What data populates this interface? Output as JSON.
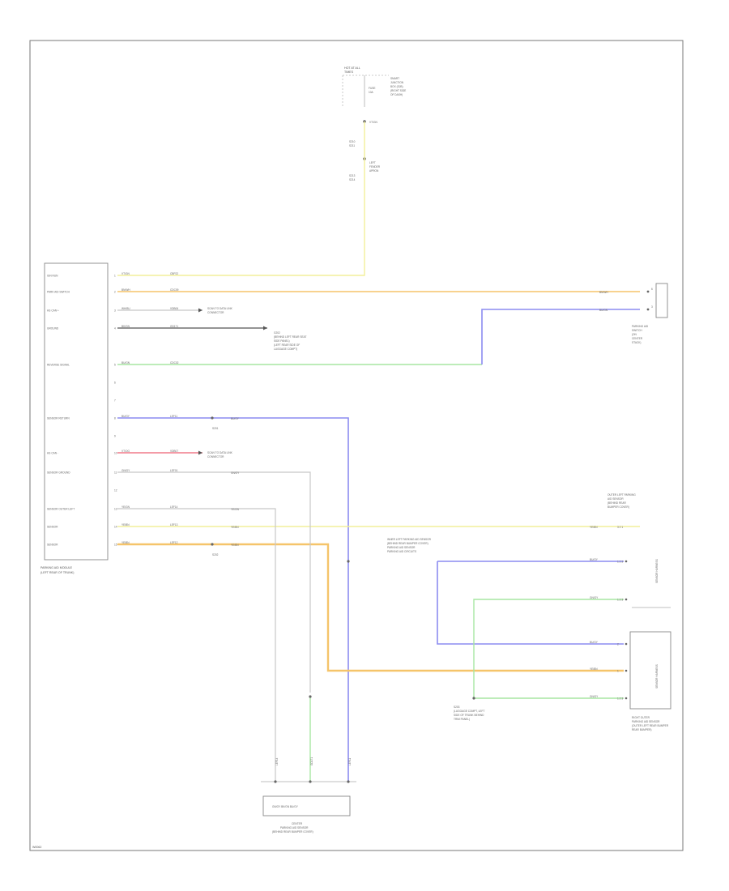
{
  "diagram_id": "W0062",
  "colors": {
    "yellow": "#f2ef9a",
    "violet": "#8c8cf0",
    "green": "#a7e6a2",
    "orange": "#f5c46a",
    "red": "#f07a8a",
    "gray": "#c8c8c8",
    "dark": "#555555"
  },
  "top_connector": {
    "title": [
      "HOT AT ALL",
      "TIMES"
    ],
    "fuse_label": [
      "FUSE",
      "10A"
    ],
    "desc": [
      "SMART",
      "JUNCTION",
      "BOX (SJB)",
      "(RIGHT SIDE",
      "OF DASH)"
    ],
    "wire_color": "VT/GN",
    "splice_top": [
      "S210",
      "S211"
    ],
    "splice_desc": [
      "LEFT",
      "FENDER",
      "APRON"
    ],
    "splice_bottom": [
      "S213",
      "S214"
    ]
  },
  "module": {
    "name": [
      "PARKING AID MODULE",
      "(LEFT REAR OF TRUNK)"
    ],
    "pins": [
      {
        "label": "IGN RUN",
        "num": "1",
        "wire": "VT/GN",
        "circuit": "CBP22"
      },
      {
        "label": "PARK AID SWITCH",
        "num": "2",
        "wire": "BN/WH",
        "circuit": "CDC09"
      },
      {
        "label": "HS CAN +",
        "num": "3",
        "wire": "WH/BU",
        "circuit": "VDB06"
      },
      {
        "label": "GROUND",
        "num": "4",
        "wire": "BK/GN",
        "circuit": "GD171"
      },
      {
        "label": "REVERSE SIGNAL",
        "num": "5",
        "wire": "BU/GN",
        "circuit": "CDC02"
      },
      {
        "label": "",
        "num": "6",
        "wire": "",
        "circuit": ""
      },
      {
        "label": "",
        "num": "7",
        "wire": "",
        "circuit": ""
      },
      {
        "label": "SENSOR RETURN",
        "num": "8",
        "wire": "BU/GY",
        "circuit": "LEF11"
      },
      {
        "label": "",
        "num": "9",
        "wire": "",
        "circuit": ""
      },
      {
        "label": "HS CAN -",
        "num": "10",
        "wire": "VT/OG",
        "circuit": "VDB07"
      },
      {
        "label": "SENSOR GROUND",
        "num": "11",
        "wire": "GN/GY",
        "circuit": "LEF01"
      },
      {
        "label": "",
        "num": "12",
        "wire": "",
        "circuit": ""
      },
      {
        "label": "SENSOR OUTER LEFT",
        "num": "13",
        "wire": "YE/GN",
        "circuit": "LEF14"
      },
      {
        "label": "SENSOR",
        "num": "14",
        "wire": "YE/BN",
        "circuit": "LEF13"
      },
      {
        "label": "SENSOR",
        "num": "15",
        "wire": "YE/BN",
        "circuit": "LEF12"
      }
    ]
  },
  "network_label_1": [
    "SCAN TO DATA LINK",
    "CONNECTOR"
  ],
  "network_label_2": [
    "SCAN TO DATA LINK",
    "CONNECTOR"
  ],
  "ground_label": [
    "G202",
    "(BEHIND LEFT REAR SEAT",
    "SIDE PANEL)",
    "(LEFT REAR SIDE OF",
    "LUGGAGE COMPT)"
  ],
  "switch": {
    "label": [
      "PARKING AID",
      "SWITCH",
      "(ON",
      "CENTER",
      "STACK)"
    ],
    "wire_top": "BN/WH",
    "wire_bottom": "BU/GN",
    "pins": [
      "6",
      "3"
    ]
  },
  "wire_tags": {
    "blue_splice": "BU/GY",
    "blue_splice_id": "S201",
    "sensor_ground": "GN/GY",
    "sensor_outer": "YE/GN",
    "yellow_right": "YE/BN",
    "orange_splice_id": "S202"
  },
  "outer_left_sensor": {
    "label": [
      "OUTER LEFT PARKING",
      "AID SENSOR",
      "(BEHIND REAR",
      "BUMPER COVER)"
    ],
    "wire": "YE/BN",
    "pins": "3  2  1"
  },
  "inner_sensor_label": [
    "INNER LEFT PARKING AID SENSOR",
    "(BEHIND REAR BUMPER COVER)",
    "PARKING AID SENSOR",
    "PARKING AID CIRCUITS"
  ],
  "right_sensor": {
    "side_text_top": "SENSOR HARNESS",
    "side_text_bottom": "SENSOR HARNESS",
    "wires": [
      "BU/GY",
      "GN/GY",
      "BU/GY",
      "YE/BN",
      "GN/GY"
    ],
    "pin_labels": [
      "1  2  3",
      "1  2  3",
      "2",
      "1",
      "1  2  3"
    ],
    "label": [
      "RIGHT OUTER",
      "PARKING AID SENSOR",
      "(OUTER LEFT REAR BUMPER",
      "REAR BUMPER)"
    ]
  },
  "ground_splice_label": [
    "S203",
    "(LUGGAGE COMPT, LEFT",
    "SIDE OF TRUNK BEHIND",
    "TRIM PANEL)"
  ],
  "bottom": {
    "wire_labels": [
      "LEF14",
      "GD171",
      "LEF11"
    ],
    "box_label": "GN/GY  BK/GN  BU/GY",
    "caption": [
      "CENTER",
      "PARKING AID SENSOR",
      "(BEHIND REAR BUMPER COVER)"
    ]
  }
}
